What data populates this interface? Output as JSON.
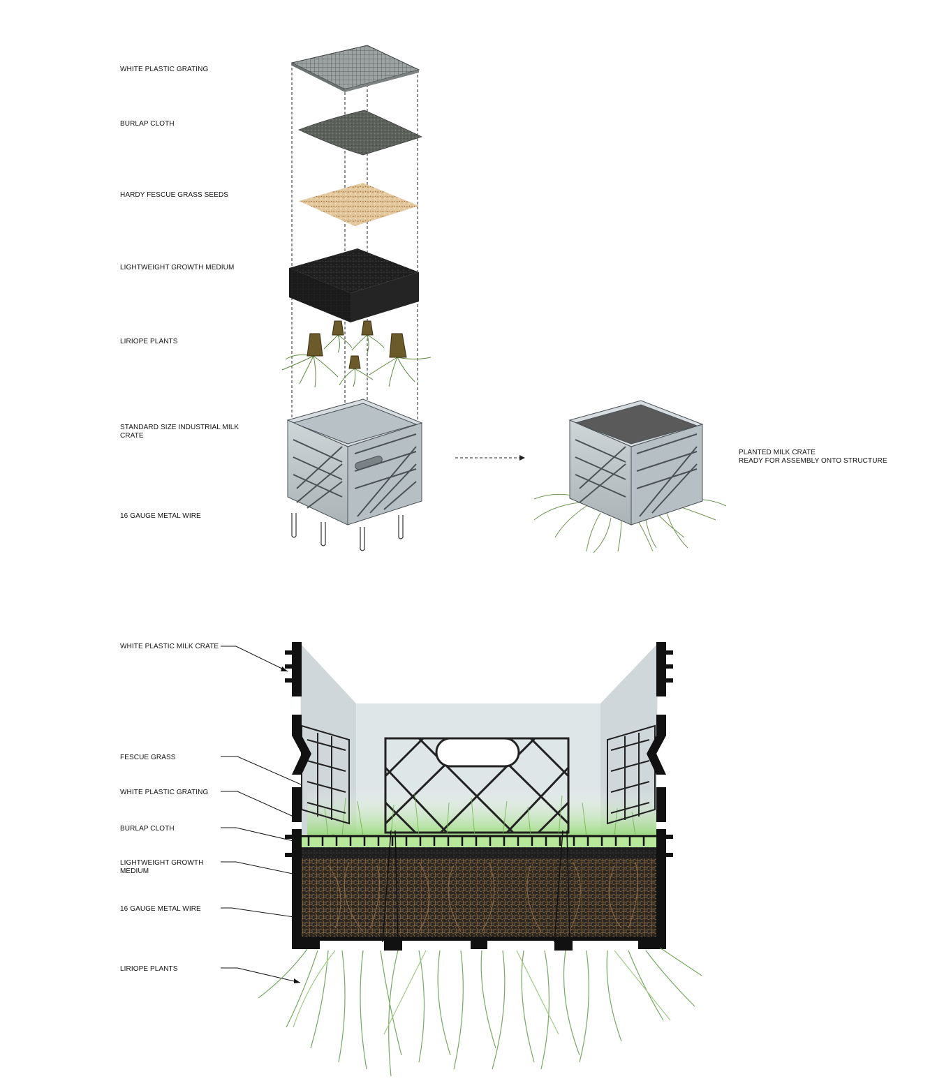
{
  "exploded": {
    "labels": [
      "WHITE PLASTIC GRATING",
      "BURLAP CLOTH",
      "HARDY FESCUE GRASS SEEDS",
      "LIGHTWEIGHT GROWTH MEDIUM",
      "LIRIOPE PLANTS",
      "STANDARD SIZE INDUSTRIAL MILK CRATE",
      "16 GAUGE METAL WIRE"
    ]
  },
  "result": {
    "line1": "PLANTED MILK CRATE",
    "line2": "READY FOR ASSEMBLY ONTO STRUCTURE"
  },
  "section": {
    "labels": [
      "WHITE PLASTIC MILK CRATE",
      "FESCUE GRASS",
      "WHITE PLASTIC GRATING",
      "BURLAP CLOTH",
      "LIGHTWEIGHT GROWTH MEDIUM",
      "16 GAUGE METAL WIRE",
      "LIRIOPE PLANTS"
    ]
  },
  "colors": {
    "grating": "#8c9191",
    "burlap": "#555a55",
    "seeds": "#d9b98a",
    "soil": "#1e1e1e",
    "crate": "#9aa4a8",
    "grass": "#4f8a3a",
    "roots": "#7a5a38",
    "grass_light": "#a8d88a"
  }
}
